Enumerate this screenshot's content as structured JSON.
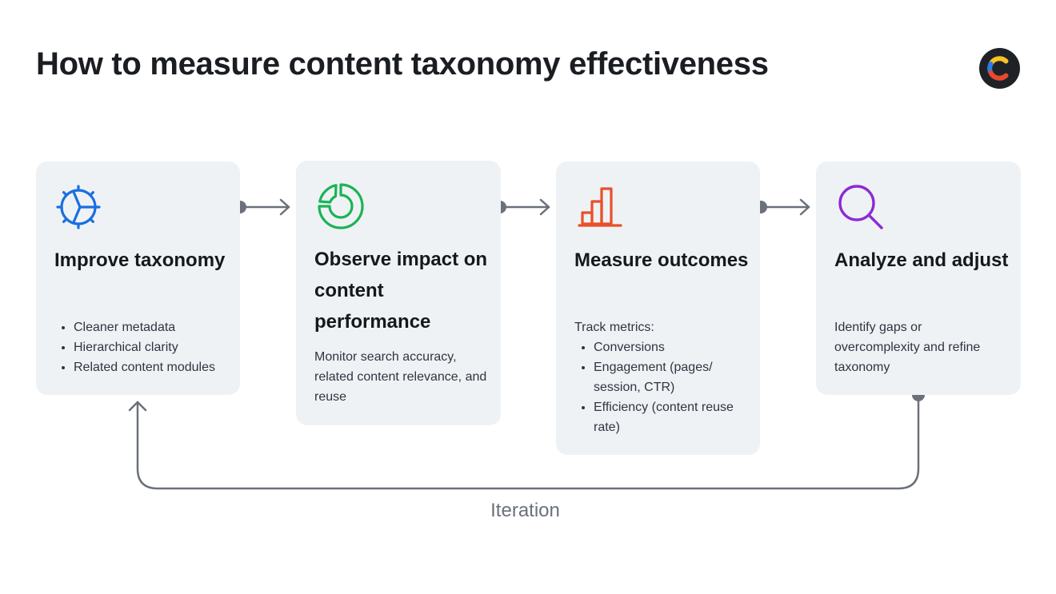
{
  "title": "How to measure content taxonomy effectiveness",
  "logo_icon": "c-logo-icon",
  "steps": [
    {
      "icon": "gear-icon",
      "icon_color": "#1a6fe0",
      "title": "Improve taxonomy",
      "bullets": [
        "Cleaner metadata",
        "Hierarchical clarity",
        "Related content modules"
      ]
    },
    {
      "icon": "donut-chart-icon",
      "icon_color": "#19b456",
      "title": "Observe impact on content performance",
      "text": "Monitor search accuracy, related content relevance, and reuse"
    },
    {
      "icon": "bar-chart-icon",
      "icon_color": "#e8502a",
      "title": "Measure outcomes",
      "intro": "Track metrics:",
      "bullets": [
        "Conversions",
        "Engagement (pages/ session, CTR)",
        "Efficiency (content reuse rate)"
      ]
    },
    {
      "icon": "magnifier-icon",
      "icon_color": "#8c2bd6",
      "title": "Analyze and adjust",
      "text": "Identify gaps or overcomplexity and refine taxonomy"
    }
  ],
  "loop_label": "Iteration",
  "colors": {
    "card_bg": "#eff2f5",
    "connector": "#6b717a",
    "text": "#1a1d21"
  }
}
